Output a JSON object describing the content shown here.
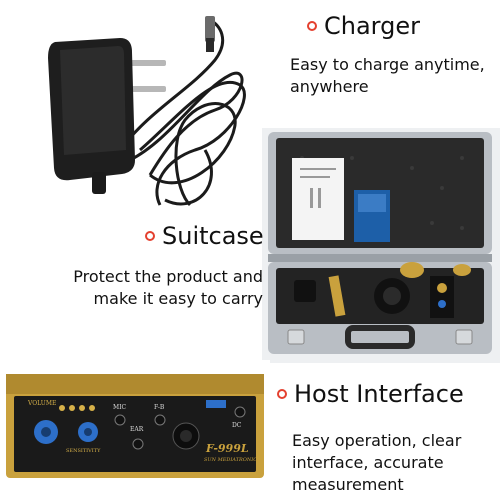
{
  "sections": {
    "charger": {
      "title": "Charger",
      "lines": [
        "Easy to charge anytime,",
        "anywhere"
      ]
    },
    "suitcase": {
      "title": "Suitcase",
      "lines": [
        "Protect the product and",
        "make it easy to carry"
      ]
    },
    "host": {
      "title": "Host Interface",
      "lines": [
        "Easy operation, clear",
        "interface, accurate",
        "measurement"
      ]
    }
  },
  "device": {
    "model": "F-999L",
    "brand": "SUN MEDIATRONICS",
    "knob_labels": [
      "VOLUME",
      "SENSITIVITY",
      "F-B"
    ],
    "jack_labels": [
      "MIC",
      "EAR",
      "DC"
    ]
  },
  "colors": {
    "accent": "#e4402f",
    "device_gold": "#c9a13d",
    "device_black": "#1a1a1a",
    "knob_blue": "#2d6fc9"
  }
}
